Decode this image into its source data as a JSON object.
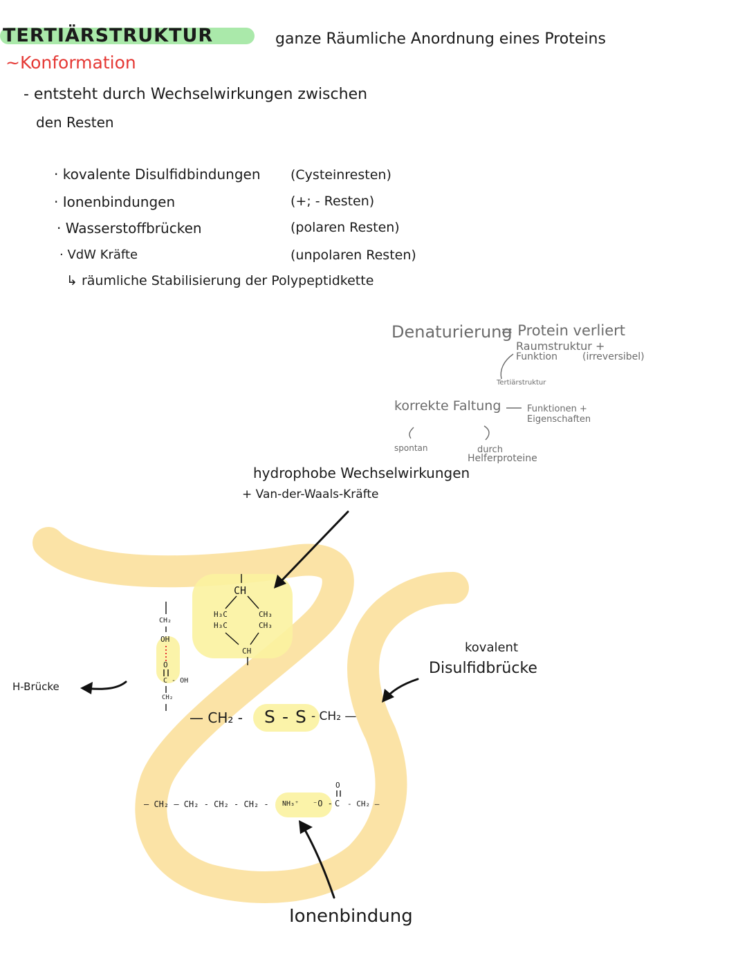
{
  "header": {
    "title": "TERTIÄRSTRUKTUR",
    "subtitle": "~Konformation",
    "definition": "ganze Räumliche Anordnung eines Proteins",
    "highlight_color": "#8ee28e",
    "subtitle_color": "#e53935"
  },
  "intro": {
    "line1": "- entsteht durch Wechselwirkungen zwischen",
    "line2": "den Resten"
  },
  "bonds": [
    {
      "name": "· kovalente Disulfidbindungen",
      "note": "(Cysteinresten)"
    },
    {
      "name": "· Ionenbindungen",
      "note": "(+; - Resten)"
    },
    {
      "name": "· Wasserstoffbrücken",
      "note": "(polaren Resten)"
    },
    {
      "name": "· VdW Kräfte",
      "note": "(unpolaren Resten)"
    }
  ],
  "result": "↳ räumliche Stabilisierung der Polypeptidkette",
  "denaturation": {
    "term": "Denaturierung",
    "definition": "= Protein verliert",
    "line2": "Raumstruktur +",
    "line3": "Funktion",
    "irreversible": "(irreversibel)",
    "tertiary": "Tertiärstruktur",
    "folding": "korrekte Faltung",
    "functions": "Funktionen +",
    "properties": "Eigenschaften",
    "spontaneous": "spontan",
    "helper1": "durch",
    "helper2": "Helferproteine"
  },
  "diagram": {
    "chain_color": "#fbe3a6",
    "highlight_color": "#fbf2a0",
    "hydrophobic_label1": "hydrophobe Wechselwirkungen",
    "hydrophobic_label2": "+ Van-der-Waals-Kräfte",
    "covalent_label1": "kovalent",
    "covalent_label2": "Disulfidbrücke",
    "hbond_label": "H-Brücke",
    "ionic_label": "Ionenbindung",
    "hydrophobic_group": {
      "ch_top": "CH",
      "h3c_1": "H₃C",
      "h3c_2": "H₃C",
      "ch3_1": "CH₃",
      "ch3_2": "CH₃",
      "ch_bottom": "CH"
    },
    "hbond_group": {
      "ch2_top": "CH₂",
      "oh": "OH",
      "o": "O",
      "c_oh": "C - OH",
      "ch2_bottom": "CH₂"
    },
    "disulfide": {
      "left": "— CH₂ -",
      "s1": "S",
      "dash": "-",
      "s2": "S",
      "right": "- CH₂ —"
    },
    "ionic": {
      "chain": "— CH₂ — CH₂ - CH₂ - CH₂ -",
      "nh3": "NH₃⁺",
      "o_minus": "⁻O -",
      "c": "C",
      "tail": "- CH₂ —",
      "o_top": "O"
    }
  }
}
